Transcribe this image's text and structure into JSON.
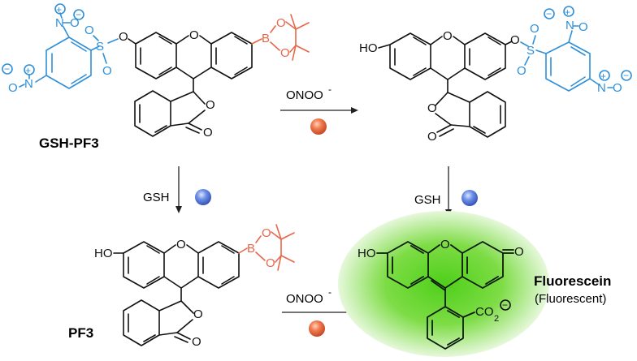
{
  "compounds": {
    "top_left": "GSH-PF3",
    "bottom_left": "PF3",
    "product_name": "Fluorescein",
    "product_note": "(Fluorescent)"
  },
  "reagents": {
    "peroxynitrite": "ONOO",
    "peroxynitrite_charge": "-",
    "glutathione": "GSH"
  },
  "atoms": {
    "hydroxyl": "HO",
    "oxygen": "O",
    "boron": "B",
    "sulfur": "S",
    "nitrogen": "N",
    "carboxylate": "CO",
    "carboxylate_sub": "2",
    "plus": "+",
    "minus": "−"
  },
  "colors": {
    "sulfonyl_group": "#2f8fd8",
    "boronate_group": "#e8664a",
    "peroxynitrite_dot": "#e8664a",
    "gsh_dot": "#4a6fd6",
    "fluorescence_glow": "#7cdc3a"
  }
}
